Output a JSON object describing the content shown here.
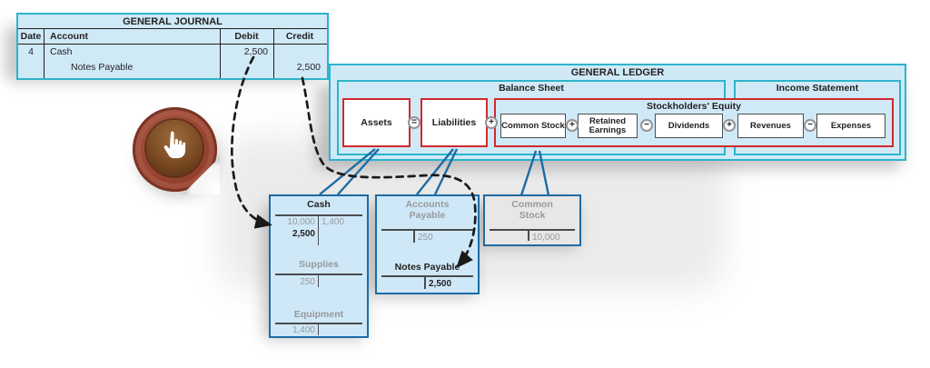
{
  "colors": {
    "teal_border": "#2db4ca",
    "light_blue_fill": "#cfe9f7",
    "red_border": "#d2292d",
    "blue_border": "#1e6ba3",
    "gray_text": "#97999c",
    "black_text": "#231f20",
    "badge_brown": "#95432f",
    "arrow_black": "#1a1a1a"
  },
  "journal": {
    "title": "GENERAL JOURNAL",
    "headers": {
      "date": "Date",
      "account": "Account",
      "debit": "Debit",
      "credit": "Credit"
    },
    "row1": {
      "date": "4",
      "account": "Cash",
      "debit": "2,500",
      "credit": ""
    },
    "row2": {
      "date": "",
      "account": "Notes Payable",
      "debit": "",
      "credit": "2,500"
    }
  },
  "ledger": {
    "title": "GENERAL LEDGER",
    "balance_sheet_title": "Balance Sheet",
    "income_statement_title": "Income Statement",
    "assets": "Assets",
    "op_equals": "=",
    "liabilities": "Liabilities",
    "op_plus_1": "+",
    "equity": {
      "title": "Stockholders' Equity",
      "common_stock": "Common Stock",
      "op_plus_2": "+",
      "retained_earnings": "Retained Earnings",
      "op_minus_1": "−",
      "dividends": "Dividends",
      "op_plus_3": "+",
      "revenues": "Revenues",
      "op_minus_2": "−",
      "expenses": "Expenses"
    }
  },
  "t_accounts": {
    "cash_box": {
      "cash_title": "Cash",
      "cash_debit_1": "10,000",
      "cash_credit_1": "1,400",
      "cash_debit_2": "2,500",
      "supplies_title": "Supplies",
      "supplies_debit_1": "250",
      "equipment_title": "Equipment",
      "equipment_debit_1": "1,400"
    },
    "payables_box": {
      "accounts_payable_title": "Accounts Payable",
      "accounts_payable_credit_1": "250",
      "notes_payable_title": "Notes Payable",
      "notes_payable_credit_1": "2,500"
    },
    "stock_box": {
      "common_stock_title": "Common Stock",
      "common_stock_credit_1": "10,000"
    }
  },
  "icons": {
    "hand": "hand-pointer"
  }
}
